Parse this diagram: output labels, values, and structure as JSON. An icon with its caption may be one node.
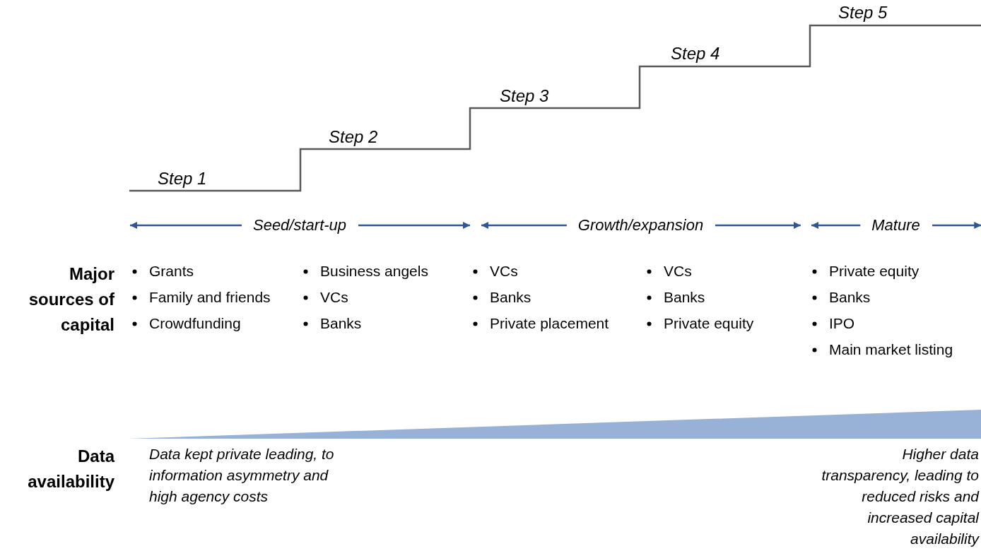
{
  "diagram": {
    "nodes": [
      {
        "text": [],
        "shape": "triangle"
      }
    ],
    "labels": [
      "Step 1",
      "Step 2",
      "Step 3",
      "Step 4",
      "Step 5",
      "Seed/start-up",
      "Growth/expansion",
      "Mature",
      "Major sources of capital",
      "Grants",
      "Family and friends",
      "Crowdfunding",
      "Business angels",
      "VCs",
      "Banks",
      "VCs",
      "Banks",
      "Private placement",
      "VCs",
      "Banks",
      "Private equity",
      "Private equity",
      "Banks",
      "IPO",
      "Main market listing",
      "Data availability",
      "Data kept private leading, to information asymmetry and high agency costs",
      "Higher data transparency, leading to reduced risks and increased capital availability"
    ]
  }
}
